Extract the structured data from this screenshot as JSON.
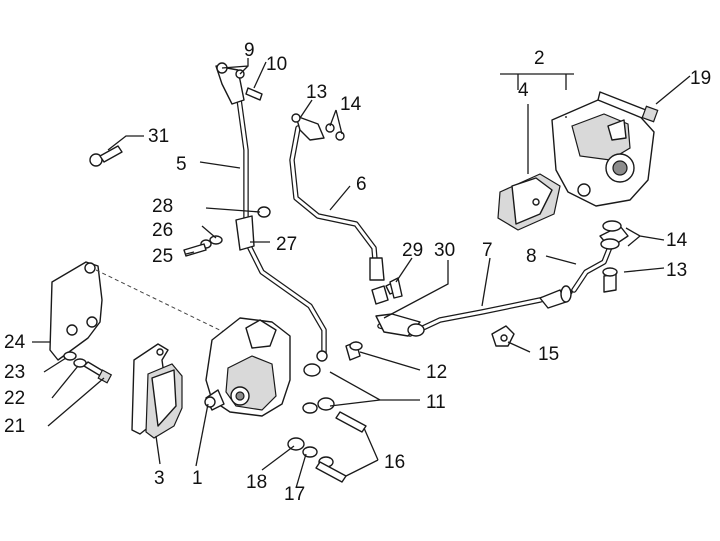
{
  "callouts": {
    "c1": "1",
    "c2": "2",
    "c3": "3",
    "c4": "4",
    "c5": "5",
    "c6": "6",
    "c7": "7",
    "c8": "8",
    "c9": "9",
    "c10": "10",
    "c11": "11",
    "c12": "12",
    "c13a": "13",
    "c13b": "13",
    "c14a": "14",
    "c14b": "14",
    "c15": "15",
    "c16": "16",
    "c17": "17",
    "c18": "18",
    "c19": "19",
    "c21": "21",
    "c22": "22",
    "c23": "23",
    "c24": "24",
    "c25": "25",
    "c26": "26",
    "c27": "27",
    "c28": "28",
    "c29": "29",
    "c30": "30",
    "c31": "31"
  }
}
